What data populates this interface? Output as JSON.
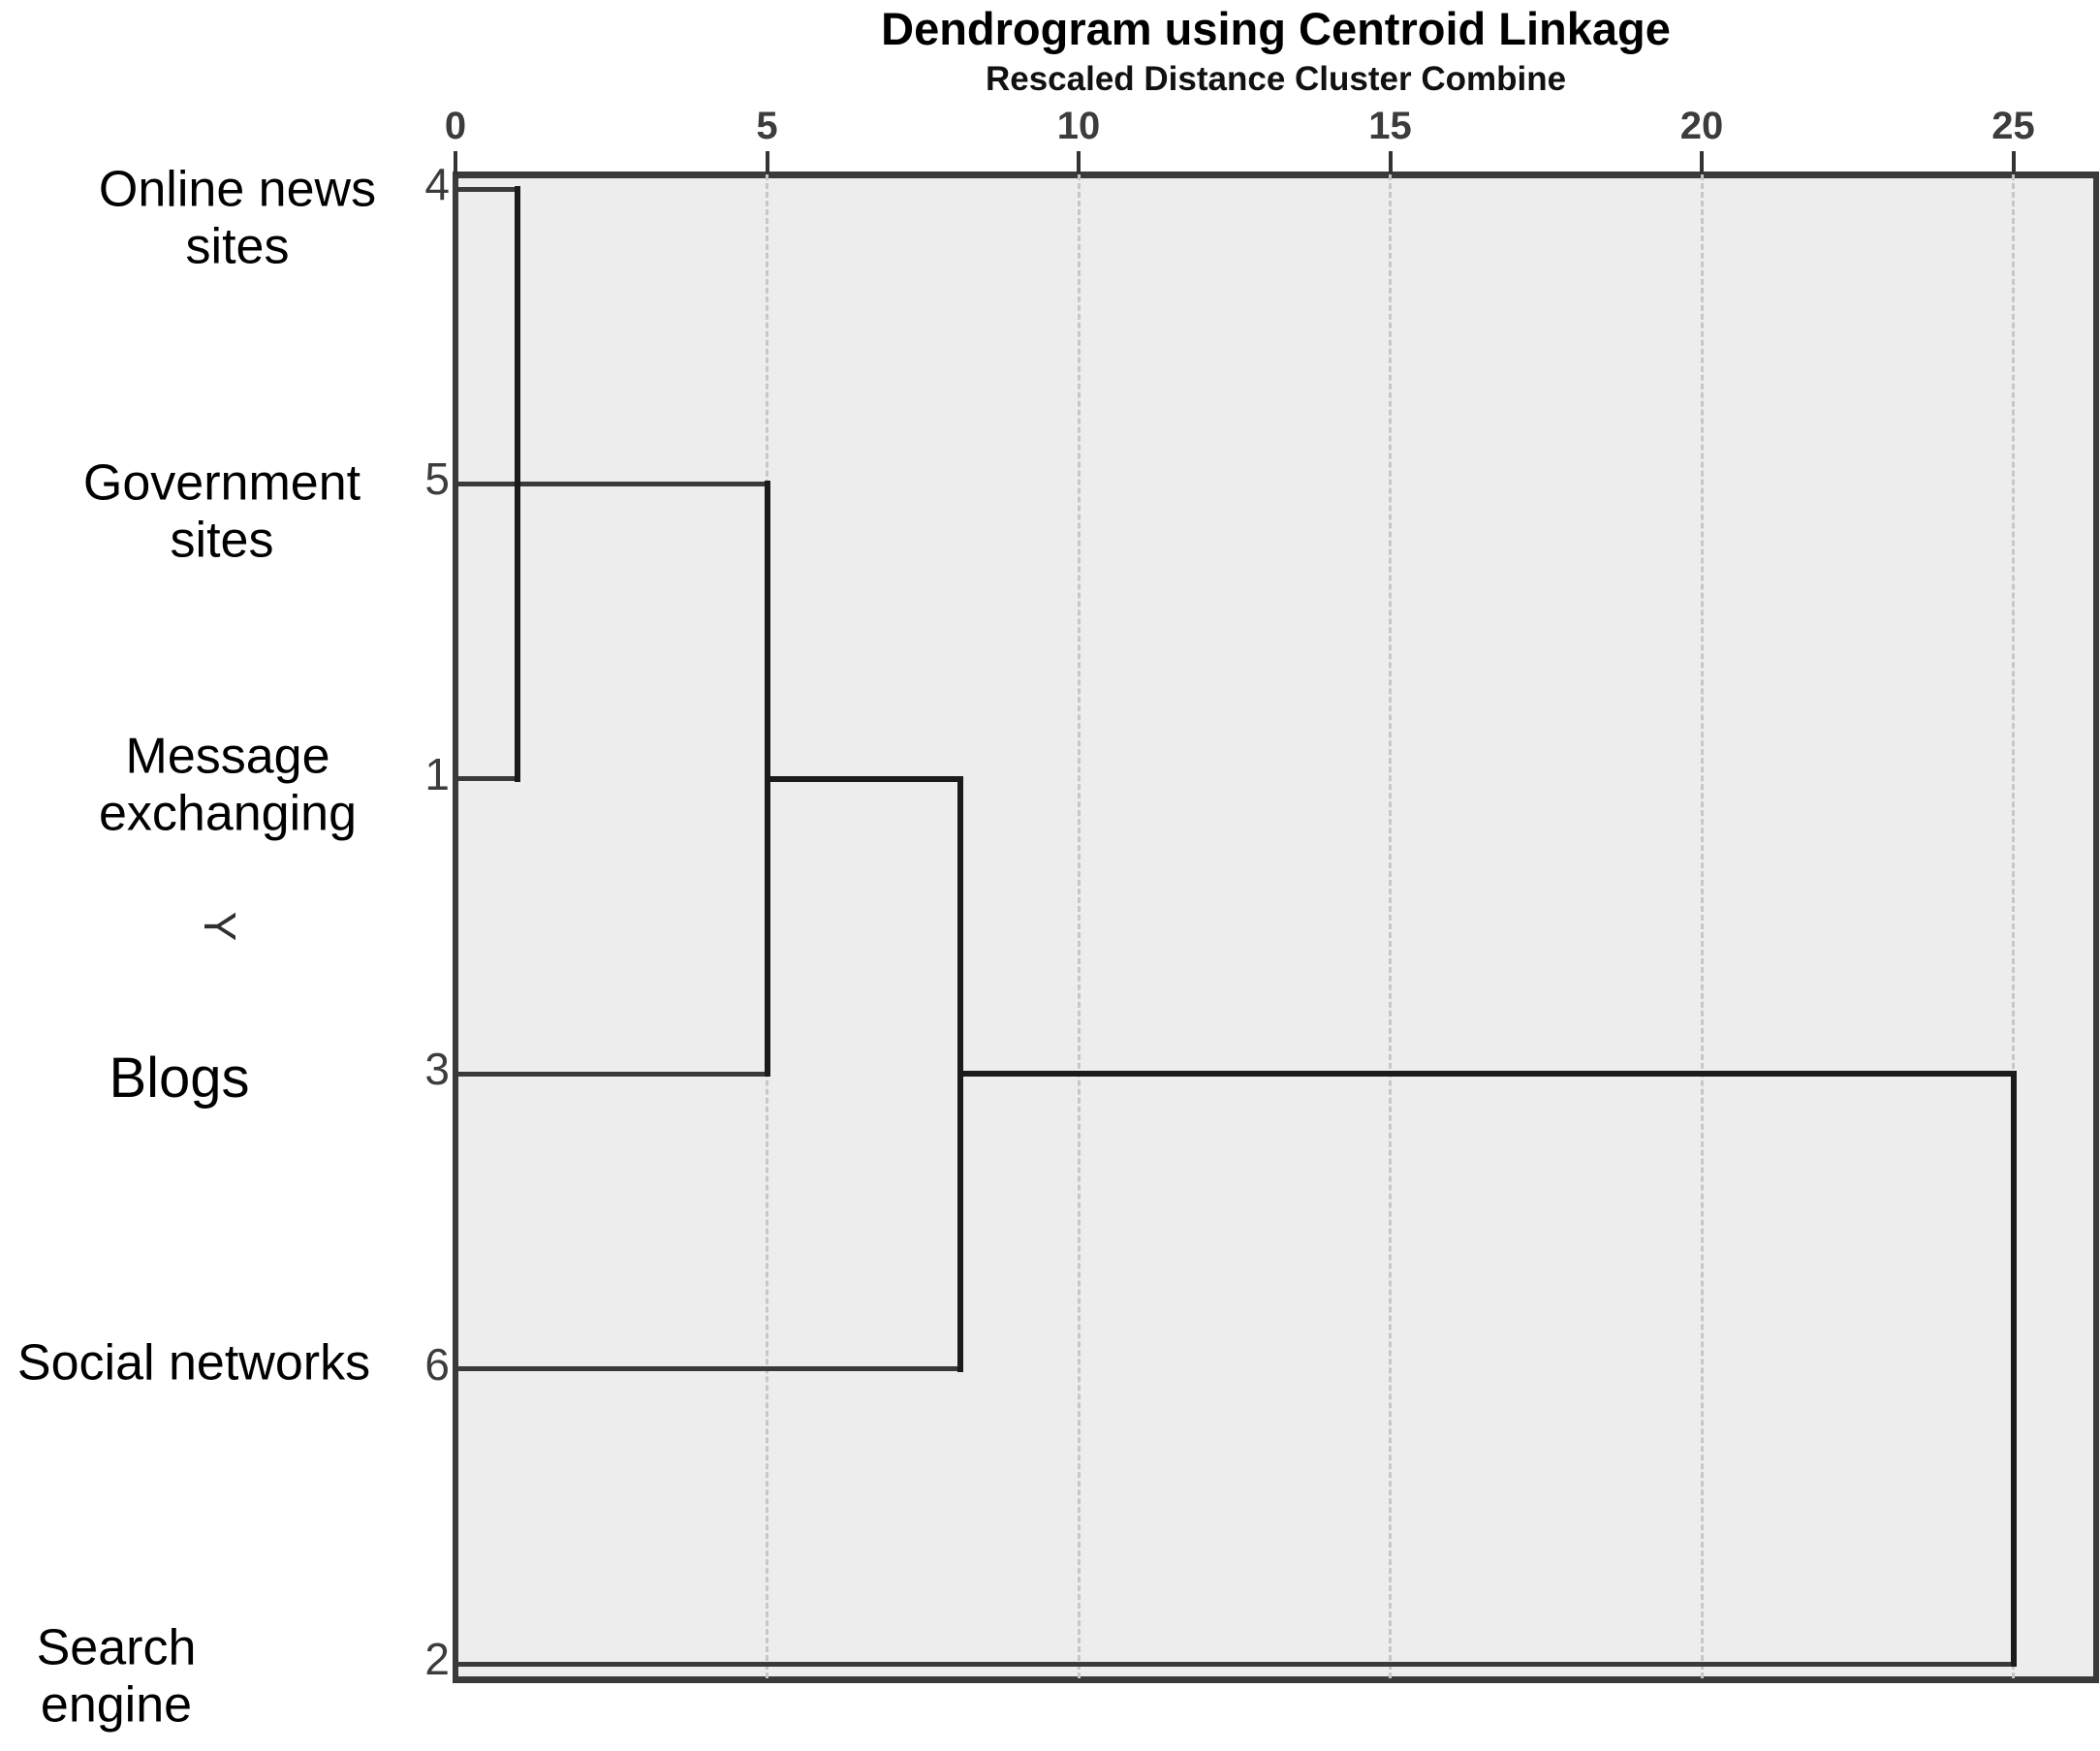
{
  "figure": {
    "title": "Dendrogram using Centroid Linkage",
    "subtitle": "Rescaled Distance Cluster Combine",
    "y_axis_label": "Y"
  },
  "colors": {
    "background": "#ffffff",
    "plot_fill": "#ededed",
    "plot_border": "#3a3a3a",
    "bracket_line": "#1b1b1b",
    "item_line": "#3a3a3a",
    "gridline": "#c7c7c7",
    "tick_text": "#3c3c3c",
    "label_text": "#000000"
  },
  "chart_data": {
    "type": "dendrogram",
    "orientation": "horizontal",
    "title": "Dendrogram using Centroid Linkage",
    "subtitle": "Rescaled Distance Cluster Combine",
    "axis": {
      "position": "top",
      "ticks": [
        0,
        5,
        10,
        15,
        20,
        25
      ],
      "range": [
        0,
        26.3
      ],
      "gridlines": "vertical dashed at ticks 5,10,15,20,25",
      "side_label": "Y"
    },
    "leaves": [
      {
        "row": 0,
        "label": "Online news sites",
        "label_lines": "Online news\nsites",
        "case_number": "4",
        "line_to_distance": 1.0
      },
      {
        "row": 1,
        "label": "Government sites",
        "label_lines": "Government\nsites",
        "case_number": "5",
        "line_to_distance": 5.0
      },
      {
        "row": 2,
        "label": "Message exchanging",
        "label_lines": "Message\nexchanging",
        "case_number": "1",
        "line_to_distance": 1.0
      },
      {
        "row": 3,
        "label": "Blogs",
        "label_lines": "Blogs",
        "case_number": "3",
        "line_to_distance": 5.0
      },
      {
        "row": 4,
        "label": "Social networks",
        "label_lines": "Social networks",
        "case_number": "6",
        "line_to_distance": 8.1
      },
      {
        "row": 5,
        "label": "Search engine",
        "label_lines": "Search\nengine",
        "case_number": "2",
        "line_to_distance": 25.0
      }
    ],
    "connectors_h": [
      {
        "row": 2,
        "from_distance": 5.0,
        "to_distance": 8.1
      },
      {
        "row": 3,
        "from_distance": 8.1,
        "to_distance": 25.0
      }
    ],
    "brackets_v": [
      {
        "distance": 1.0,
        "from_row": 0,
        "to_row": 2
      },
      {
        "distance": 5.0,
        "from_row": 1,
        "to_row": 3
      },
      {
        "distance": 8.1,
        "from_row": 2,
        "to_row": 4
      },
      {
        "distance": 25.0,
        "from_row": 3,
        "to_row": 5
      }
    ],
    "merge_sequence": [
      {
        "rescaled_distance": 1.0,
        "joins": [
          "Online news sites (4)",
          "Message exchanging (1)"
        ]
      },
      {
        "rescaled_distance": 5.0,
        "joins": [
          "Government sites (5)",
          "Blogs (3) branch"
        ]
      },
      {
        "rescaled_distance": 8.1,
        "joins": [
          "cluster branch",
          "Social networks (6)"
        ]
      },
      {
        "rescaled_distance": 25.0,
        "joins": [
          "cluster branch",
          "Search engine (2)"
        ]
      }
    ]
  }
}
